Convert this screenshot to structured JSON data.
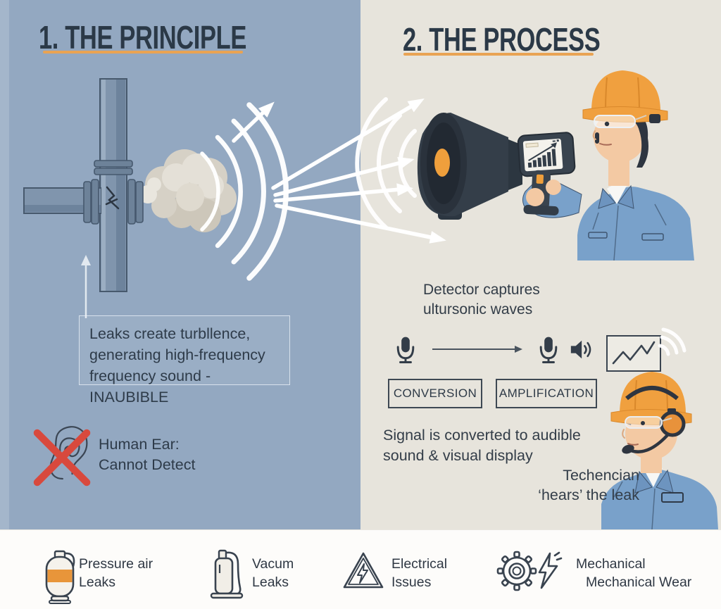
{
  "panels": {
    "principle": {
      "title": "1. THE PRINCIPLE",
      "caption": "Leaks create turbllence,\ngenerating high-frequency\nfrequency sound - INAUBIBLE",
      "ear_note": "Human Ear:\nCannot Detect",
      "icons": [
        "pipe-leak-illustration",
        "steam-cloud",
        "ultrasonic-wave-arcs",
        "ear-icon",
        "red-x-icon"
      ]
    },
    "process": {
      "title": "2. THE PROCESS",
      "detector_note": "Detector captures\nultursonic waves",
      "step_boxes": [
        "CONVERSION",
        "AMPLIFICATION"
      ],
      "signal_note": "Signal is converted to audible\nsound & visual display",
      "technician_note": "Techencian\n‘hears’ the leak",
      "flow_icons": [
        "microphone-icon",
        "flow-arrow",
        "microphone-icon",
        "speaker-icon",
        "waveform-chart-icon"
      ],
      "illustrations": [
        "ultrasonic-detector-gun",
        "worker-with-hardhat",
        "technician-with-headset"
      ]
    }
  },
  "legend": {
    "items": [
      {
        "icon": "pressure-tank-icon",
        "line1": "Pressure air",
        "line2": "Leaks"
      },
      {
        "icon": "vacuum-pump-icon",
        "line1": "Vacum",
        "line2": "Leaks"
      },
      {
        "icon": "electrical-hazard-icon",
        "line1": "Electrical",
        "line2": "Issues"
      },
      {
        "icon": "gear-and-bolt-icon",
        "line1": "Mechanical",
        "line2": "Mechanical Wear"
      }
    ]
  },
  "colors": {
    "left_panel_bg": "#93a8c1",
    "right_panel_bg": "#e7e4dc",
    "footer_bg": "#fdfcfa",
    "accent_underline": "#e9a353",
    "heading_text": "#2b3947",
    "body_text": "#313e4c",
    "prohibition_red": "#d8493d",
    "icon_dark": "#39434f",
    "hardhat_orange": "#f0a03f",
    "shirt_blue": "#79a1ca"
  }
}
